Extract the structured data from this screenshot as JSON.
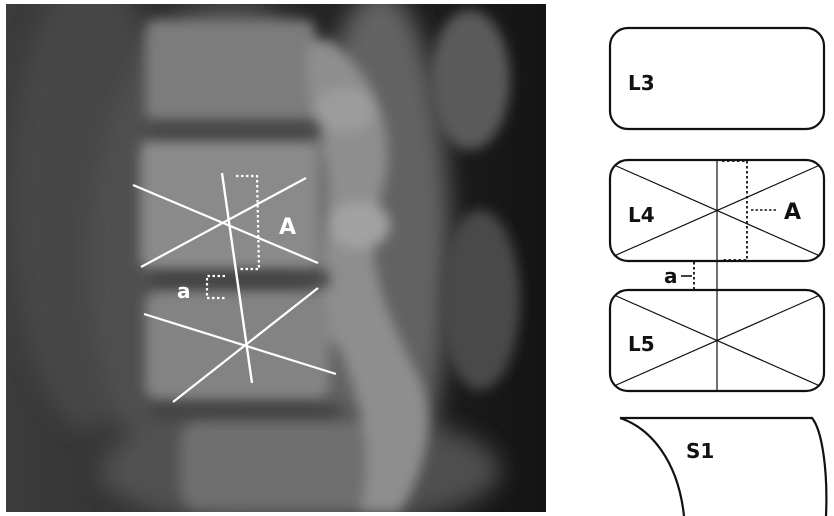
{
  "xray": {
    "label_A": "A",
    "label_a": "a"
  },
  "diagram": {
    "vertebrae": {
      "l3": "L3",
      "l4": "L4",
      "l5": "L5",
      "s1": "S1"
    },
    "label_A": "A",
    "label_a": "a"
  },
  "colors": {
    "background": "#ffffff",
    "xray_dark": "#1a1a1a",
    "bone_light": "#9a9a9a",
    "overlay_lines": "#ffffff",
    "diagram_lines": "#111111"
  }
}
